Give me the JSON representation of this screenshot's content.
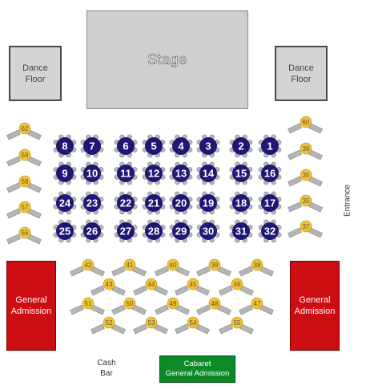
{
  "stage": {
    "label": "Stage"
  },
  "dance_floor_left": {
    "line1": "Dance",
    "line2": "Floor"
  },
  "dance_floor_right": {
    "line1": "Dance",
    "line2": "Floor"
  },
  "general_admission_left": {
    "line1": "General",
    "line2": "Admission"
  },
  "general_admission_right": {
    "line1": "General",
    "line2": "Admission"
  },
  "cabaret": {
    "line1": "Cabaret",
    "line2": "General Admission"
  },
  "cash_bar": {
    "line1": "Cash",
    "line2": "Bar"
  },
  "entrance": {
    "label": "Entrance"
  },
  "colors": {
    "premium_table": "#1f1775",
    "standard_table": "#f2c230",
    "chair": "#b5b5b5",
    "general_admission": "#cc0d12",
    "cabaret": "#0c8a27",
    "stage": "#cfcfcf"
  },
  "premium_tables": {
    "rows": [
      [
        "8",
        "7",
        "6",
        "5",
        "4",
        "3",
        "2",
        "1"
      ],
      [
        "9",
        "10",
        "11",
        "12",
        "13",
        "14",
        "15",
        "16"
      ],
      [
        "24",
        "23",
        "22",
        "21",
        "20",
        "19",
        "18",
        "17"
      ],
      [
        "25",
        "26",
        "27",
        "28",
        "29",
        "30",
        "31",
        "32"
      ]
    ]
  },
  "side_tables_left": [
    "62",
    "59",
    "58",
    "57",
    "56"
  ],
  "side_tables_right": [
    "60",
    "36",
    "35",
    "35",
    "37"
  ],
  "floor_tables": {
    "rows": [
      [
        "42",
        "41",
        "40",
        "39",
        "38"
      ],
      [
        "43",
        "44",
        "45",
        "46"
      ],
      [
        "51",
        "50",
        "49",
        "48",
        "47"
      ],
      [
        "52",
        "53",
        "54",
        "55"
      ]
    ]
  }
}
